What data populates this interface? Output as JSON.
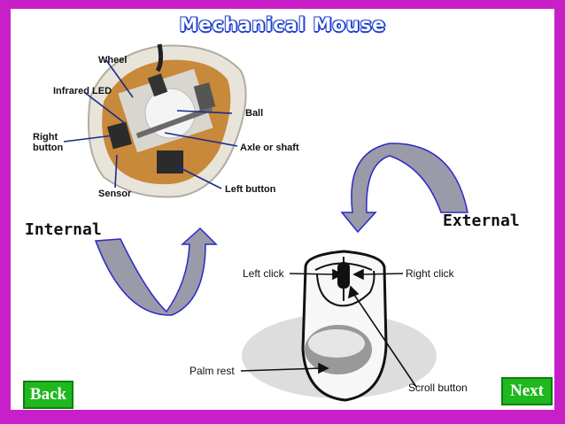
{
  "title": "Mechanical Mouse",
  "sections": {
    "internal": "Internal",
    "external": "External"
  },
  "internal_callouts": {
    "wheel": "Wheel",
    "infrared_led": "Infrared LED",
    "right_button_line1": "Right",
    "right_button_line2": "button",
    "ball": "Ball",
    "axle": "Axle or shaft",
    "sensor": "Sensor",
    "left_button": "Left button"
  },
  "external_callouts": {
    "left_click": "Left click",
    "right_click": "Right click",
    "palm_rest": "Palm rest",
    "scroll_button": "Scroll button"
  },
  "nav": {
    "back": "Back",
    "next": "Next"
  },
  "colors": {
    "border": "#c81fc8",
    "title_outline": "#1f3fd0",
    "button": "#1fb81f",
    "arrow_fill": "#9a9aa8",
    "arrow_outline": "#2a2ac8"
  }
}
